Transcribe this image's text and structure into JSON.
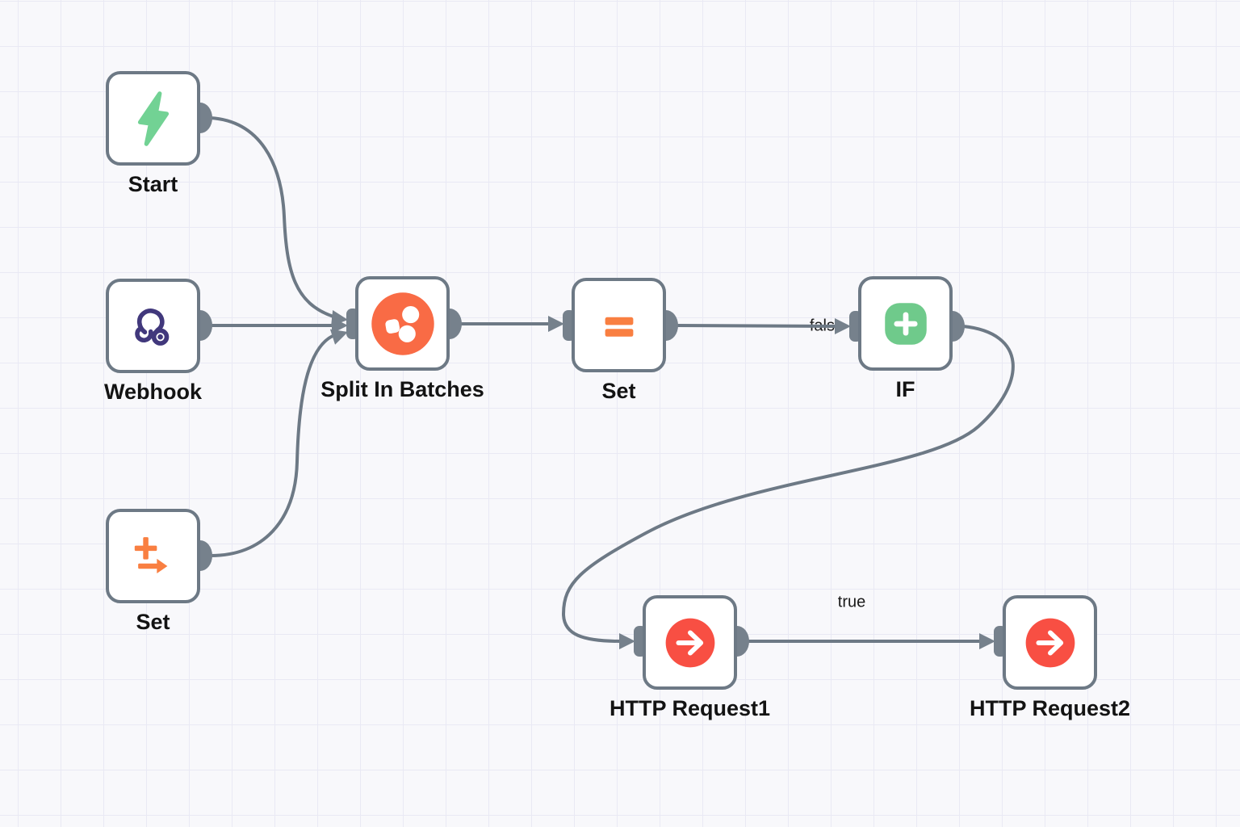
{
  "nodes": [
    {
      "id": "start",
      "label": "Start",
      "icon": "lightning-bolt-icon",
      "icon_color": "#72d294"
    },
    {
      "id": "webhook",
      "label": "Webhook",
      "icon": "webhook-icon",
      "icon_color": "#41387c"
    },
    {
      "id": "set1",
      "label": "Set",
      "icon": "plus-arrow-icon",
      "icon_color": "#f97f41"
    },
    {
      "id": "split",
      "label": "Split In Batches",
      "icon": "split-dots-circle-icon",
      "icon_color": "#f96b45"
    },
    {
      "id": "set2",
      "label": "Set",
      "icon": "equals-icon",
      "icon_color": "#f97f41"
    },
    {
      "id": "if",
      "label": "IF",
      "icon": "plus-squircle-icon",
      "icon_color": "#6fca8b"
    },
    {
      "id": "http1",
      "label": "HTTP Request1",
      "icon": "arrow-right-circle-icon",
      "icon_color": "#f84f43"
    },
    {
      "id": "http2",
      "label": "HTTP Request2",
      "icon": "arrow-right-circle-icon",
      "icon_color": "#f84f43"
    }
  ],
  "connections": [
    {
      "from": "Start",
      "to": "Split In Batches",
      "label": ""
    },
    {
      "from": "Webhook",
      "to": "Split In Batches",
      "label": ""
    },
    {
      "from": "Set",
      "to": "Split In Batches",
      "label": ""
    },
    {
      "from": "Split In Batches",
      "to": "Set",
      "label": ""
    },
    {
      "from": "Set",
      "to": "IF",
      "label": "false"
    },
    {
      "from": "IF",
      "to": "HTTP Request1",
      "label": ""
    },
    {
      "from": "HTTP Request1",
      "to": "HTTP Request2",
      "label": "true"
    }
  ],
  "colors": {
    "background": "#f8f8fb",
    "grid_line": "#e9e9f4",
    "node_border": "#6d7985",
    "connector": "#6d7985",
    "port": "#76818c",
    "label_text": "#131313",
    "edge_label_text": "#1a1a1a",
    "node_background": "#ffffff"
  }
}
